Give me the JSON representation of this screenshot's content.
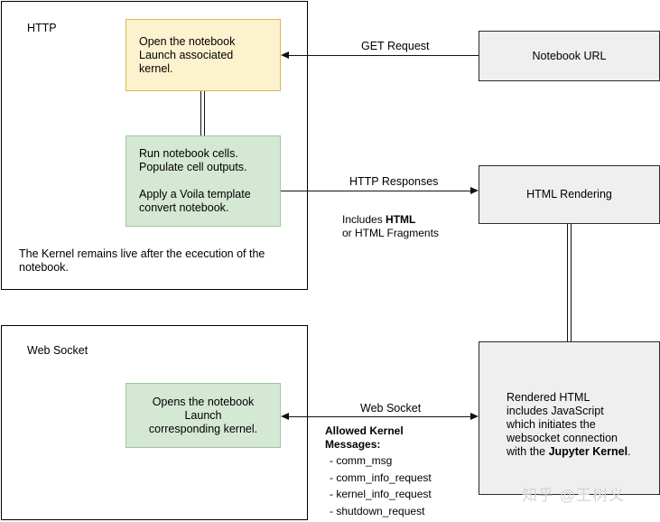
{
  "diagram": {
    "panels": [
      {
        "name": "http-panel",
        "label": "HTTP"
      },
      {
        "name": "websocket-panel",
        "label": "Web Socket"
      }
    ],
    "nodes": {
      "open_notebook": "Open the notebook\nLaunch associated kernel.",
      "run_cells": "Run notebook cells.\nPopulate cell outputs.\n\nApply a Voila template\nconvert notebook.",
      "notebook_url": "Notebook URL",
      "html_rendering": "HTML Rendering",
      "opens_notebook_ws": "Opens the notebook Launch\ncorresponding kernel.",
      "rendered_html_pre": "Rendered HTML\nincludes JavaScript\nwhich initiates the\nwebsocket connection\nwith the ",
      "rendered_html_bold": "Jupyter Kernel",
      "rendered_html_post": "."
    },
    "notes": {
      "kernel_note": "The Kernel remains live after the ececution of the\nnotebook."
    },
    "edges": {
      "get_request": "GET Request",
      "http_responses": "HTTP Responses",
      "includes_pre": "Includes ",
      "includes_bold": "HTML",
      "includes_post": "\nor HTML Fragments",
      "web_socket": "Web Socket"
    },
    "messages": {
      "title": "Allowed Kernel\nMessages:",
      "items": [
        "- comm_msg",
        "- comm_info_request",
        "- kernel_info_request",
        "- shutdown_request"
      ]
    },
    "watermark": "知乎 @王树义",
    "colors": {
      "yellow_fill": "#fcf2cd",
      "yellow_stroke": "#d6b656",
      "green_fill": "#d5e8d4",
      "green_stroke": "#9fc79c",
      "gray_fill": "#efefef",
      "gray_stroke": "#2a2a2a",
      "line": "#111111"
    }
  }
}
